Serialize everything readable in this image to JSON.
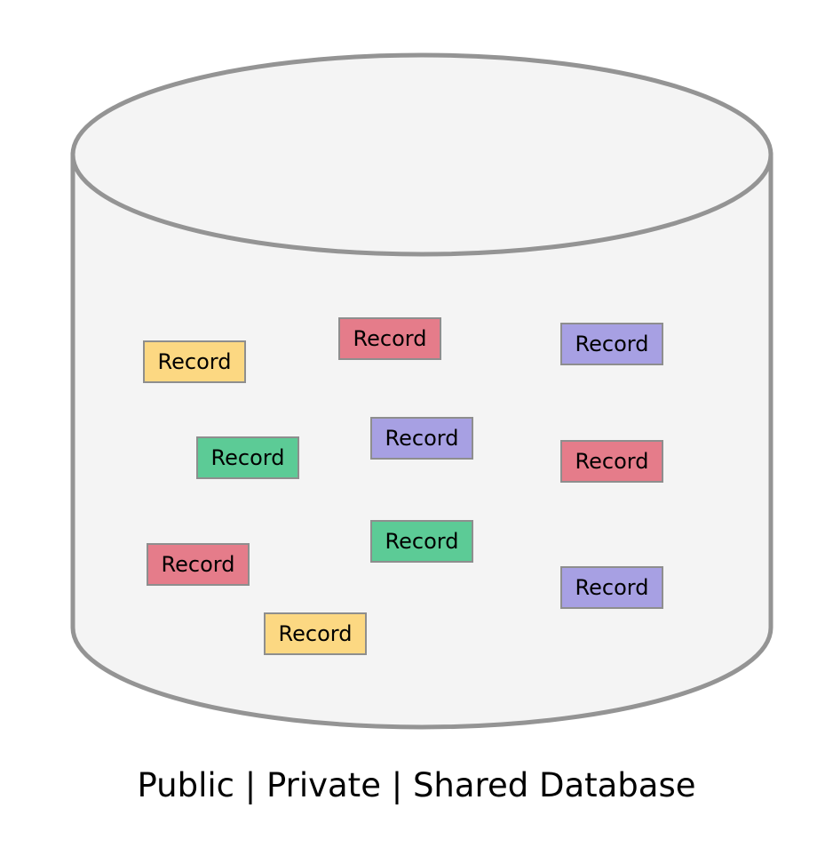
{
  "caption": "Public | Private | Shared Database",
  "colors": {
    "yellow": "#fcd882",
    "red": "#e57c8a",
    "purple": "#a7a0e3",
    "green": "#5ccb96",
    "cylinder_fill": "#f4f4f4",
    "cylinder_stroke": "#949494"
  },
  "records": [
    {
      "label": "Record",
      "color": "yellow"
    },
    {
      "label": "Record",
      "color": "red"
    },
    {
      "label": "Record",
      "color": "purple"
    },
    {
      "label": "Record",
      "color": "green"
    },
    {
      "label": "Record",
      "color": "purple"
    },
    {
      "label": "Record",
      "color": "red"
    },
    {
      "label": "Record",
      "color": "red"
    },
    {
      "label": "Record",
      "color": "green"
    },
    {
      "label": "Record",
      "color": "purple"
    },
    {
      "label": "Record",
      "color": "yellow"
    }
  ]
}
